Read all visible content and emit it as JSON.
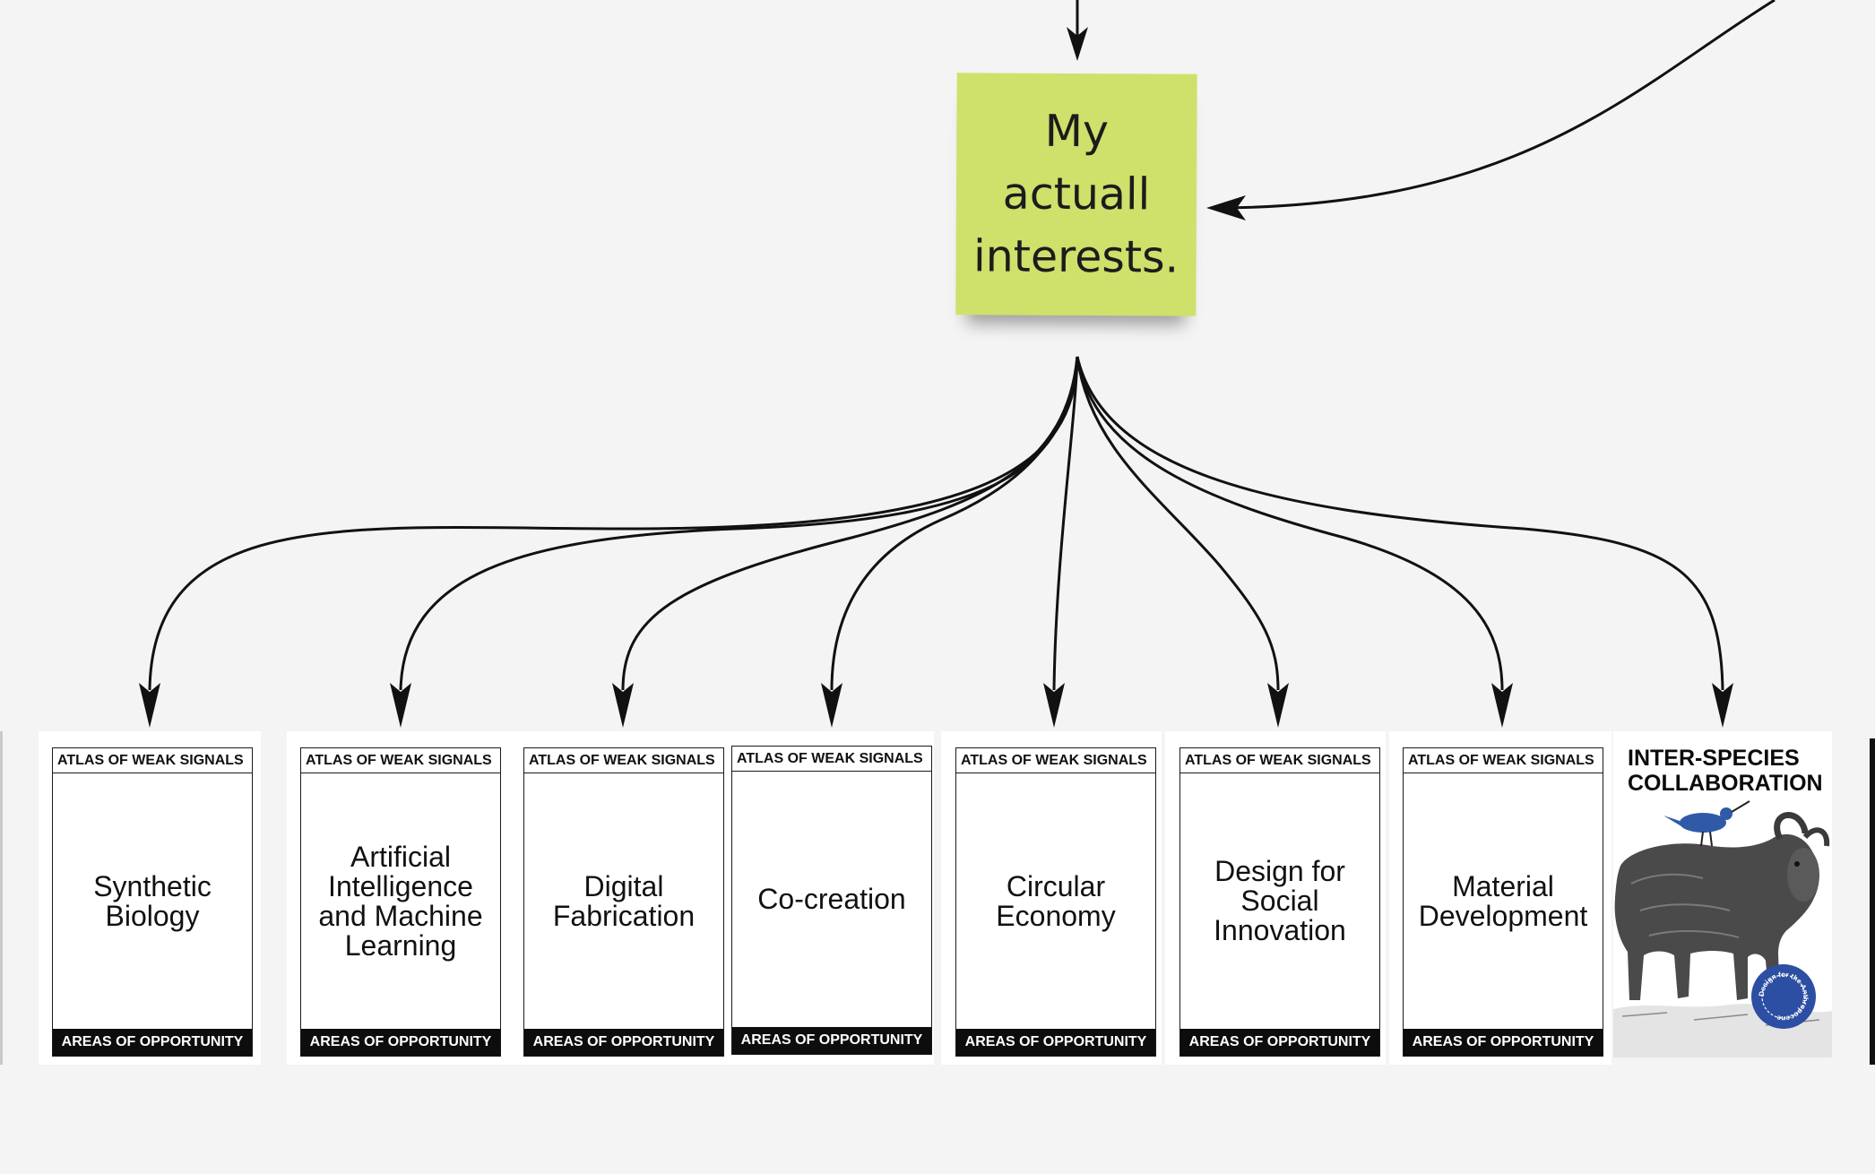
{
  "sticky_note": {
    "text": "My actuall interests."
  },
  "cards": [
    {
      "header": "ATLAS OF WEAK SIGNALS",
      "title": "Synthetic Biology",
      "footer": "AREAS OF OPPORTUNITY"
    },
    {
      "header": "ATLAS OF WEAK SIGNALS",
      "title": "Artificial Intelligence and Machine Learning",
      "footer": "AREAS OF OPPORTUNITY"
    },
    {
      "header": "ATLAS OF WEAK SIGNALS",
      "title": "Digital Fabrication",
      "footer": "AREAS OF OPPORTUNITY"
    },
    {
      "header": "ATLAS OF WEAK SIGNALS",
      "title": "Co-creation",
      "footer": "AREAS OF OPPORTUNITY"
    },
    {
      "header": "ATLAS OF WEAK SIGNALS",
      "title": "Circular Economy",
      "footer": "AREAS OF OPPORTUNITY"
    },
    {
      "header": "ATLAS OF WEAK SIGNALS",
      "title": "Design for Social Innovation",
      "footer": "AREAS OF OPPORTUNITY"
    },
    {
      "header": "ATLAS OF WEAK SIGNALS",
      "title": "Material Development",
      "footer": "AREAS OF OPPORTUNITY"
    }
  ],
  "cover_card": {
    "title_line1": "INTER-SPECIES",
    "title_line2": "COLLABORATION",
    "badge_text": "Design for the Anthropocene",
    "badge_color": "#2c4ea3",
    "bird_color": "#2f5aa8"
  },
  "colors": {
    "background": "#f4f4f4",
    "sticky": "#cfe06b",
    "connector": "#111111"
  }
}
